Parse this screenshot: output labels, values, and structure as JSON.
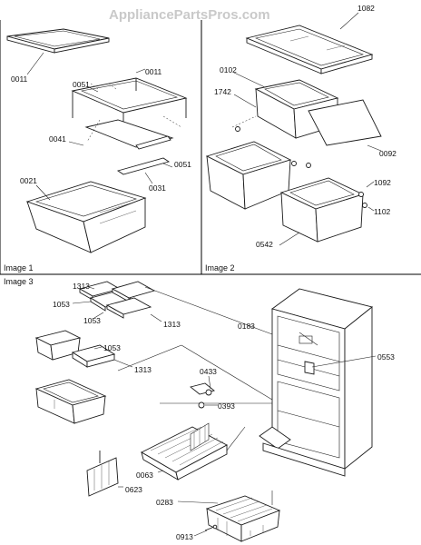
{
  "watermark": "AppliancePartsPros.com",
  "panels": {
    "image1": "Image 1",
    "image2": "Image 2",
    "image3": "Image 3"
  },
  "labels": {
    "p0011a": "0011",
    "p0011b": "0011",
    "p0051a": "0051",
    "p0041": "0041",
    "p0051b": "0051",
    "p0021": "0021",
    "p0031": "0031",
    "p1082": "1082",
    "p0102": "0102",
    "p1742": "1742",
    "p0092": "0092",
    "p1092": "1092",
    "p1102": "1102",
    "p0542": "0542",
    "p1313a": "1313",
    "p1053a": "1053",
    "p1053b": "1053",
    "p1313b": "1313",
    "p1053c": "1053",
    "p1313c": "1313",
    "p0183": "0183",
    "p0553": "0553",
    "p0433": "0433",
    "p0393": "0393",
    "p0063": "0063",
    "p0623": "0623",
    "p0283": "0283",
    "p0913": "0913"
  }
}
